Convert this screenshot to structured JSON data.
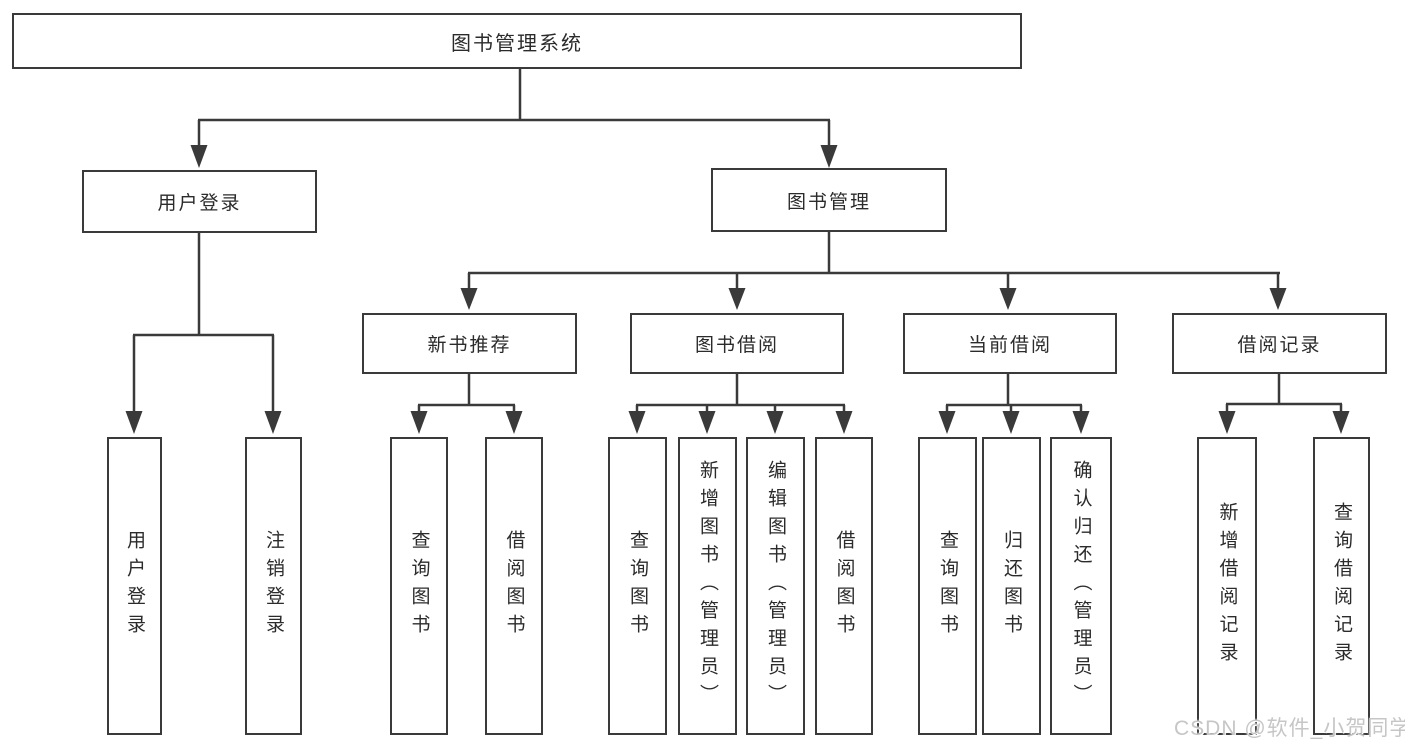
{
  "tree": {
    "root": {
      "label": "图书管理系统",
      "children": [
        {
          "label": "用户登录",
          "children": [
            {
              "label": "用户登录"
            },
            {
              "label": "注销登录"
            }
          ]
        },
        {
          "label": "图书管理",
          "children": [
            {
              "label": "新书推荐",
              "children": [
                {
                  "label": "查询图书"
                },
                {
                  "label": "借阅图书"
                }
              ]
            },
            {
              "label": "图书借阅",
              "children": [
                {
                  "label": "查询图书"
                },
                {
                  "label": "新增图书（管理员）"
                },
                {
                  "label": "编辑图书（管理员）"
                },
                {
                  "label": "借阅图书"
                }
              ]
            },
            {
              "label": "当前借阅",
              "children": [
                {
                  "label": "查询图书"
                },
                {
                  "label": "归还图书"
                },
                {
                  "label": "确认归还（管理员）"
                }
              ]
            },
            {
              "label": "借阅记录",
              "children": [
                {
                  "label": "新增借阅记录"
                },
                {
                  "label": "查询借阅记录"
                }
              ]
            }
          ]
        }
      ]
    }
  },
  "watermark": "CSDN @软件_小贺同学",
  "colors": {
    "line": "#3a3a3a",
    "box_border": "#3a3a3a",
    "text": "#2b2b2b",
    "watermark": "#c6c6c6",
    "background": "#ffffff"
  }
}
